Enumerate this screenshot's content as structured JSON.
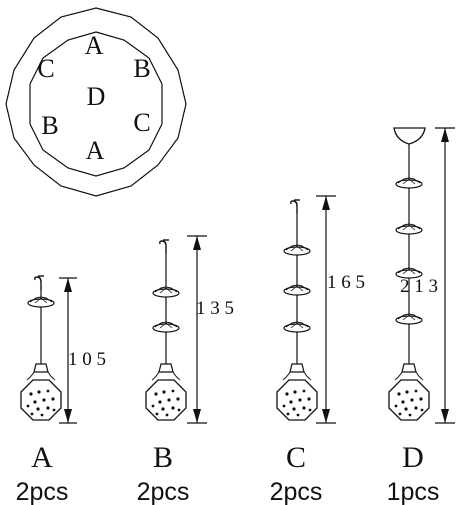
{
  "layout_plan": {
    "labels": [
      "A",
      "C",
      "B",
      "D",
      "B",
      "C",
      "A"
    ]
  },
  "pendants": [
    {
      "letter": "A",
      "qty": "2pcs",
      "dimension": "1 0 5"
    },
    {
      "letter": "B",
      "qty": "2pcs",
      "dimension": "1 3 5"
    },
    {
      "letter": "C",
      "qty": "2pcs",
      "dimension": "1 6 5"
    },
    {
      "letter": "D",
      "qty": "1pcs",
      "dimension": "2 1 3"
    }
  ],
  "colors": {
    "line": "#111111",
    "background": "#ffffff"
  }
}
